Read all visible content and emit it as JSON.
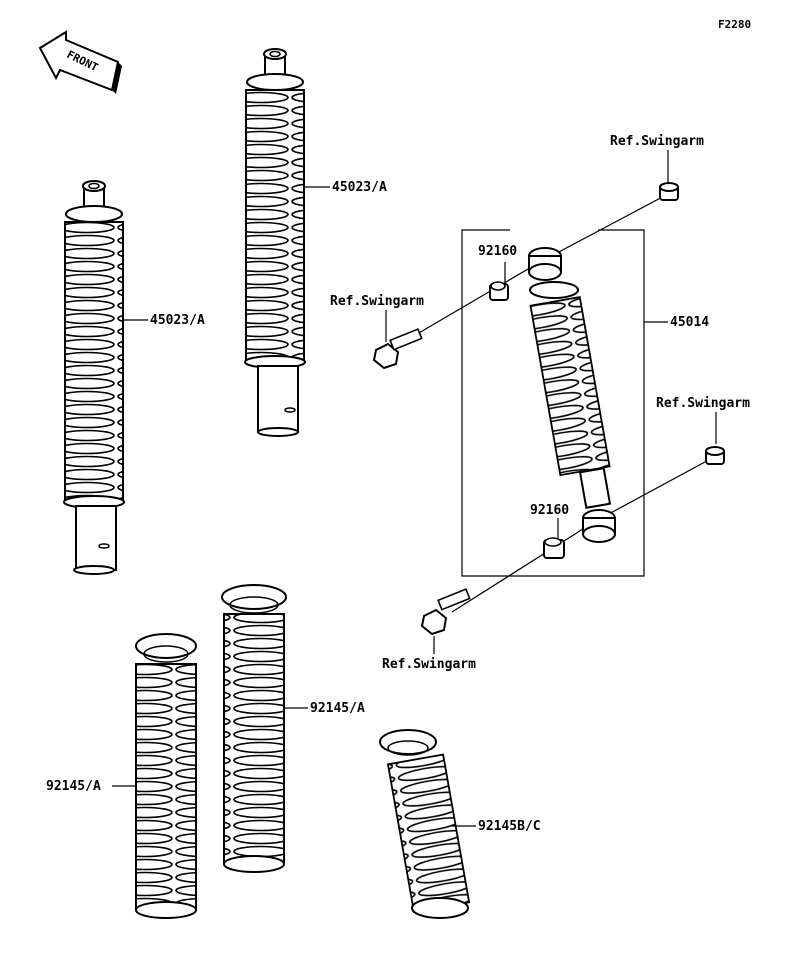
{
  "diagram": {
    "code": "F2280",
    "front_label": "FRONT",
    "labels": {
      "shock_left": "45023/A",
      "shock_middle": "45023/A",
      "shock_assembly": "45014",
      "bushing_top": "92160",
      "bushing_bottom": "92160",
      "ref_top": "Ref.Swingarm",
      "ref_bolt_top": "Ref.Swingarm",
      "ref_right": "Ref.Swingarm",
      "ref_bottom": "Ref.Swingarm",
      "spring_left": "92145/A",
      "spring_middle": "92145/A",
      "spring_small": "92145B/C"
    }
  }
}
